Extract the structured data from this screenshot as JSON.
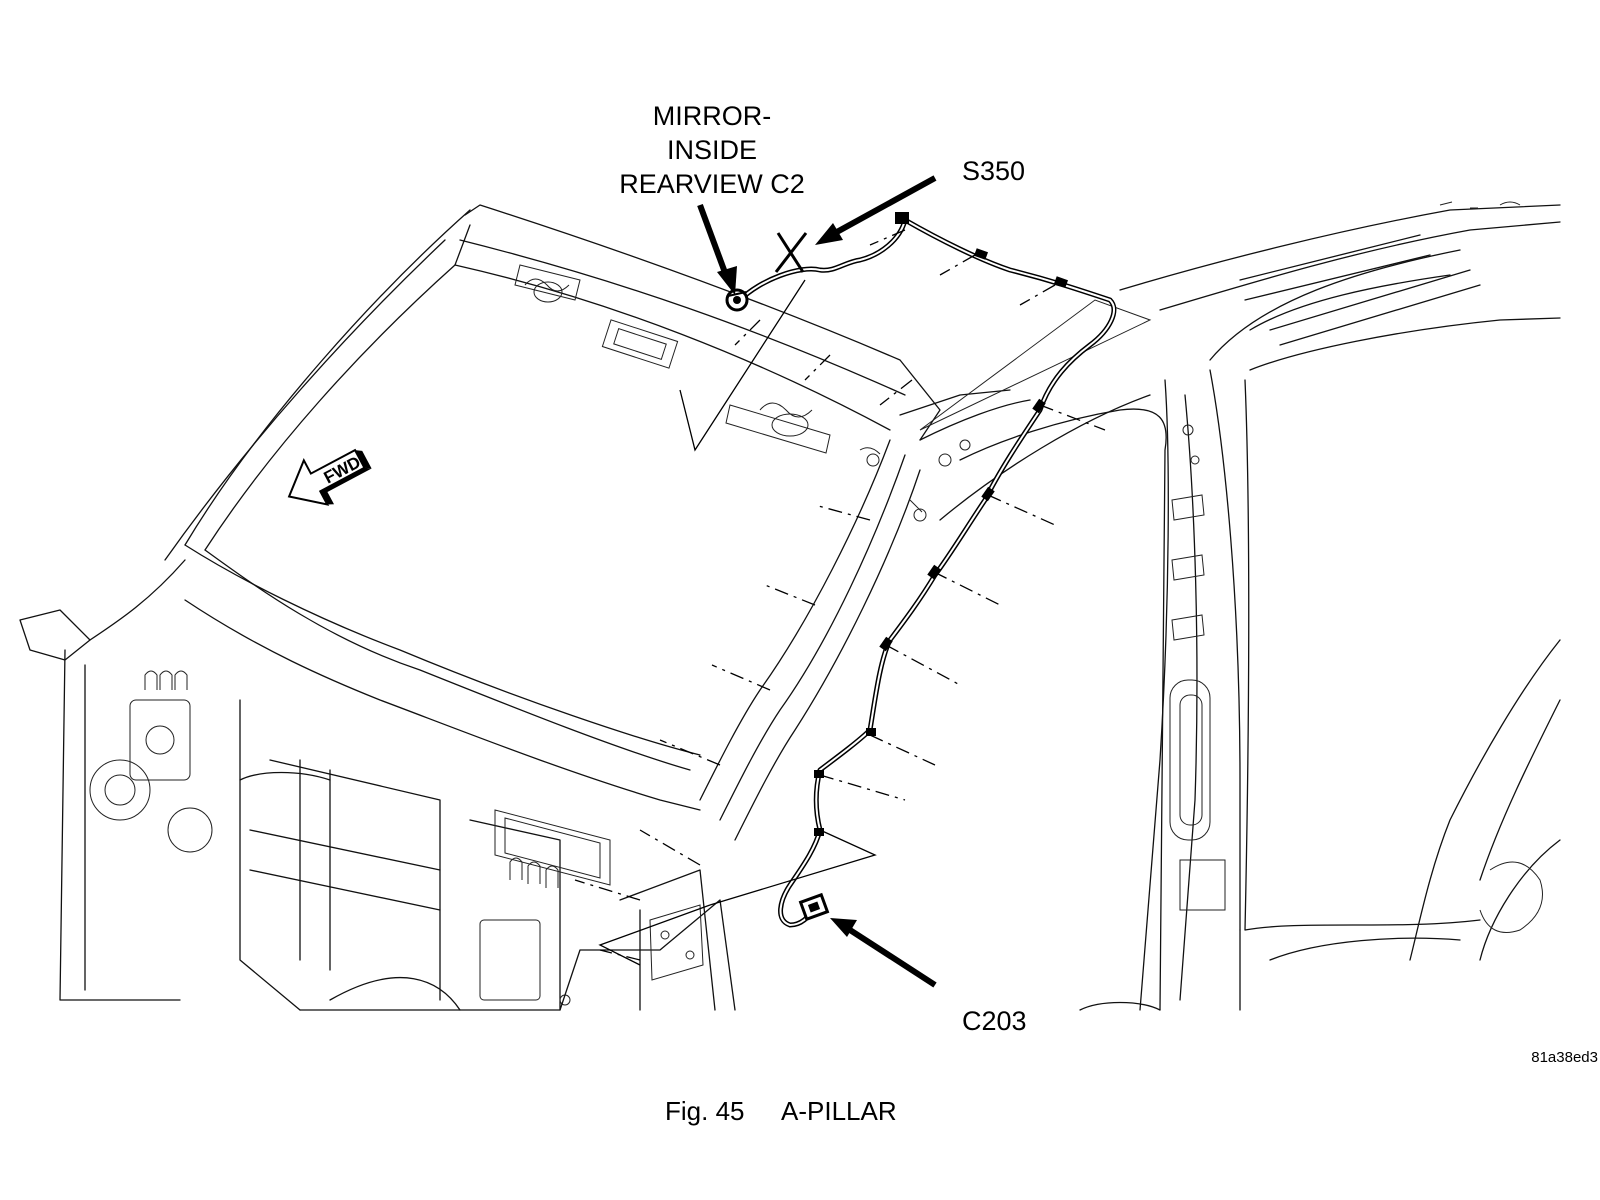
{
  "figure": {
    "number": "Fig. 45",
    "title": "A-PILLAR",
    "image_code": "81a38ed3"
  },
  "callouts": {
    "mirror_line1": "MIRROR-",
    "mirror_line2": "INSIDE",
    "mirror_line3": "REARVIEW C2",
    "splice": "S350",
    "connector": "C203"
  },
  "direction_marker": "FWD"
}
